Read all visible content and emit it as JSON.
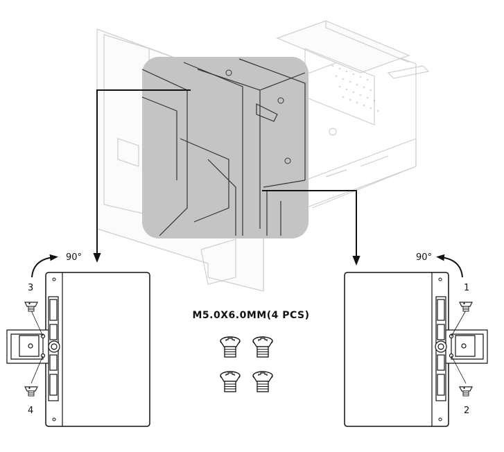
{
  "screw_spec": "M5.0X6.0MM(4 PCS)",
  "left_unit": {
    "rotation_label": "90°",
    "screw_numbers": [
      "3",
      "4"
    ]
  },
  "right_unit": {
    "rotation_label": "90°",
    "screw_numbers": [
      "1",
      "2"
    ]
  }
}
